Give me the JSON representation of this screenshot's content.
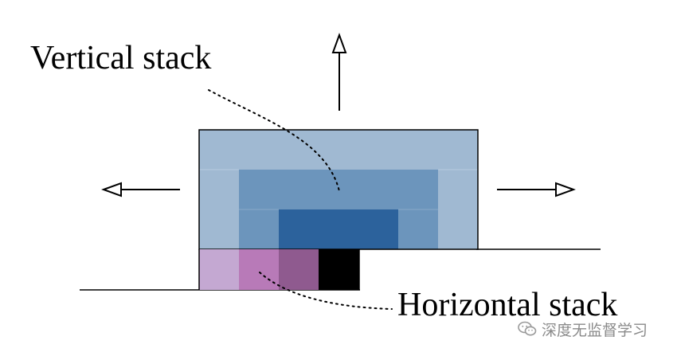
{
  "labels": {
    "vertical": "Vertical stack",
    "horizontal": "Horizontal stack"
  },
  "watermark": {
    "text": "深度无监督学习",
    "icon": "wechat-icon"
  },
  "colors": {
    "vertical_stack": [
      "#a0b9d2",
      "#6c95bc",
      "#2c629c"
    ],
    "horizontal_stack": [
      "#c4a8d2",
      "#b87ab8",
      "#8f5a8f",
      "#000000"
    ],
    "stroke": "#000000"
  },
  "arrows": [
    "up",
    "left",
    "right"
  ]
}
